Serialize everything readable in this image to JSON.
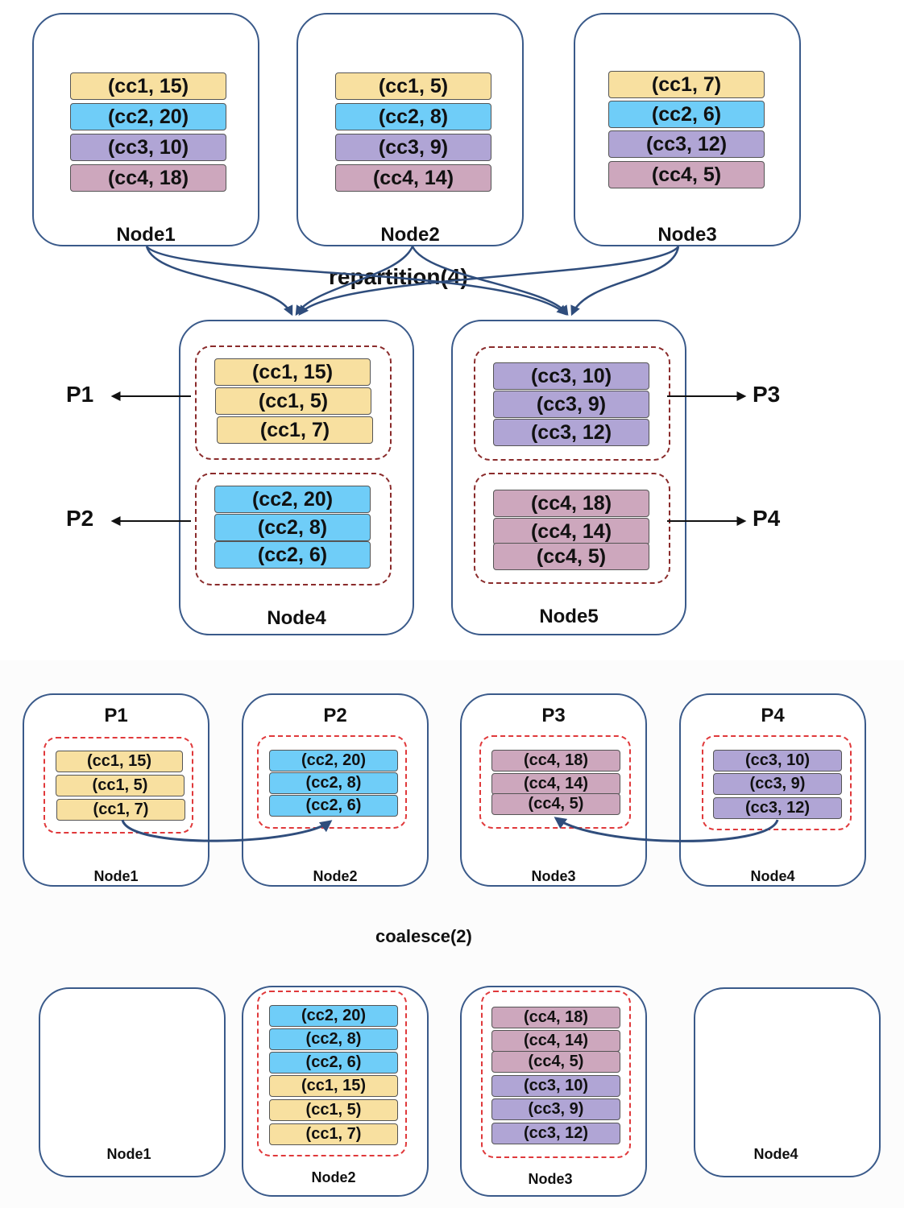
{
  "colors": {
    "cc1": "#f8e0a0",
    "cc2": "#6fcdf8",
    "cc3": "#b0a5d5",
    "cc4": "#cda7bd",
    "node_border": "#3a5a8a",
    "arrow": "#2f4d7c",
    "dash_brown": "#8a2b2b",
    "dash_red": "#e0393b"
  },
  "repartition": {
    "caption": "repartition(4)",
    "sources": [
      {
        "name": "Node1",
        "records": [
          "(cc1, 15)",
          "(cc2, 20)",
          "(cc3, 10)",
          "(cc4, 18)"
        ]
      },
      {
        "name": "Node2",
        "records": [
          "(cc1, 5)",
          "(cc2, 8)",
          "(cc3, 9)",
          "(cc4, 14)"
        ]
      },
      {
        "name": "Node3",
        "records": [
          "(cc1, 7)",
          "(cc2, 6)",
          "(cc3, 12)",
          "(cc4, 5)"
        ]
      }
    ],
    "targets": [
      {
        "name": "Node4",
        "partitions": [
          {
            "label": "P1",
            "records": [
              "(cc1, 15)",
              "(cc1, 5)",
              "(cc1, 7)"
            ]
          },
          {
            "label": "P2",
            "records": [
              "(cc2, 20)",
              "(cc2, 8)",
              "(cc2, 6)"
            ]
          }
        ]
      },
      {
        "name": "Node5",
        "partitions": [
          {
            "label": "P3",
            "records": [
              "(cc3, 10)",
              "(cc3, 9)",
              "(cc3, 12)"
            ]
          },
          {
            "label": "P4",
            "records": [
              "(cc4, 18)",
              "(cc4, 14)",
              "(cc4, 5)"
            ]
          }
        ]
      }
    ]
  },
  "coalesce": {
    "caption": "coalesce(2)",
    "before": [
      {
        "title": "P1",
        "node": "Node1",
        "records": [
          "(cc1, 15)",
          "(cc1, 5)",
          "(cc1, 7)"
        ]
      },
      {
        "title": "P2",
        "node": "Node2",
        "records": [
          "(cc2, 20)",
          "(cc2, 8)",
          "(cc2, 6)"
        ]
      },
      {
        "title": "P3",
        "node": "Node3",
        "records": [
          "(cc4, 18)",
          "(cc4, 14)",
          "(cc4, 5)"
        ]
      },
      {
        "title": "P4",
        "node": "Node4",
        "records": [
          "(cc3, 10)",
          "(cc3, 9)",
          "(cc3, 12)"
        ]
      }
    ],
    "after": [
      {
        "node": "Node1",
        "records": []
      },
      {
        "node": "Node2",
        "records": [
          "(cc2, 20)",
          "(cc2, 8)",
          "(cc2, 6)",
          "(cc1, 15)",
          "(cc1, 5)",
          "(cc1, 7)"
        ]
      },
      {
        "node": "Node3",
        "records": [
          "(cc4, 18)",
          "(cc4, 14)",
          "(cc4, 5)",
          "(cc3, 10)",
          "(cc3, 9)",
          "(cc3, 12)"
        ]
      },
      {
        "node": "Node4",
        "records": []
      }
    ]
  }
}
